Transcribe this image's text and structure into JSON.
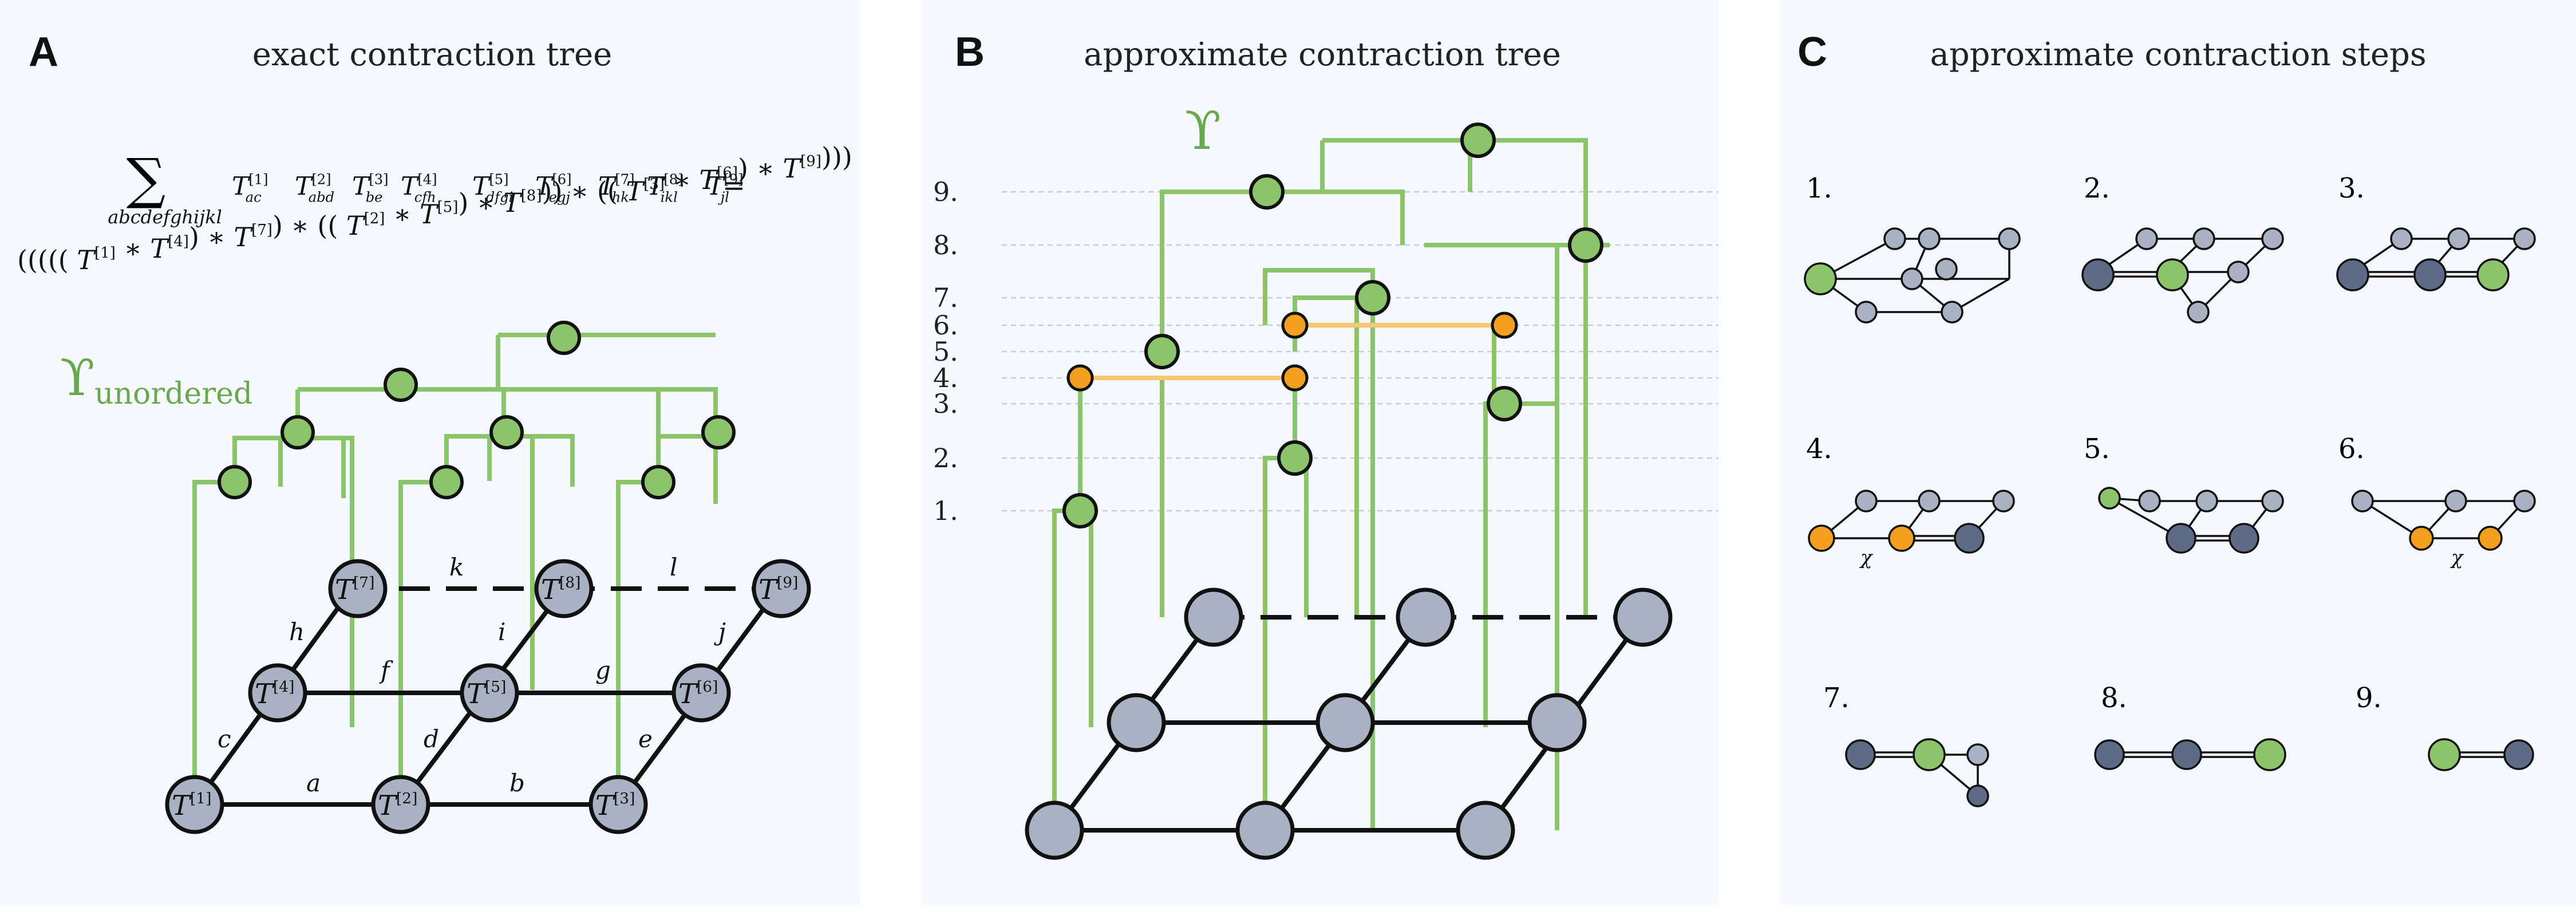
{
  "panel_a": {
    "label": "A",
    "title": "exact contraction tree",
    "sum_symbol": "∑",
    "sum_indices": "abcdefghijkl",
    "sum_terms": [
      {
        "idx": "[1]",
        "sub": "ac"
      },
      {
        "idx": "[2]",
        "sub": "abd"
      },
      {
        "idx": "[3]",
        "sub": "be"
      },
      {
        "idx": "[4]",
        "sub": "cfh"
      },
      {
        "idx": "[5]",
        "sub": "dfgi"
      },
      {
        "idx": "[6]",
        "sub": "egj"
      },
      {
        "idx": "[7]",
        "sub": "hk"
      },
      {
        "idx": "[8]",
        "sub": "ikl"
      },
      {
        "idx": "[9]",
        "sub": "jl"
      }
    ],
    "equals": "=",
    "upsilon": "ϒ",
    "upsilon_sub": "unordered",
    "tensor_symbol": "T",
    "tensors": [
      "[1]",
      "[2]",
      "[3]",
      "[4]",
      "[5]",
      "[6]",
      "[7]",
      "[8]",
      "[9]"
    ],
    "edge_labels": [
      "a",
      "b",
      "c",
      "d",
      "e",
      "f",
      "g",
      "h",
      "i",
      "j",
      "k",
      "l"
    ]
  },
  "panel_b": {
    "label": "B",
    "title": "approximate contraction tree",
    "upsilon": "ϒ",
    "step_labels": [
      "9.",
      "8.",
      "7.",
      "6.",
      "5.",
      "4.",
      "3.",
      "2.",
      "1."
    ]
  },
  "panel_c": {
    "label": "C",
    "title": "approximate contraction steps",
    "steps": [
      "1.",
      "2.",
      "3.",
      "4.",
      "5.",
      "6.",
      "7.",
      "8.",
      "9."
    ],
    "chi": "χ"
  },
  "colors": {
    "tree_green": "#8cc46b",
    "node_gray": "#a9b2c2",
    "node_dark": "#5d6b86",
    "orange": "#f3a020",
    "orange_line": "#f7c874",
    "panel_bg": "#f5f9fd"
  }
}
